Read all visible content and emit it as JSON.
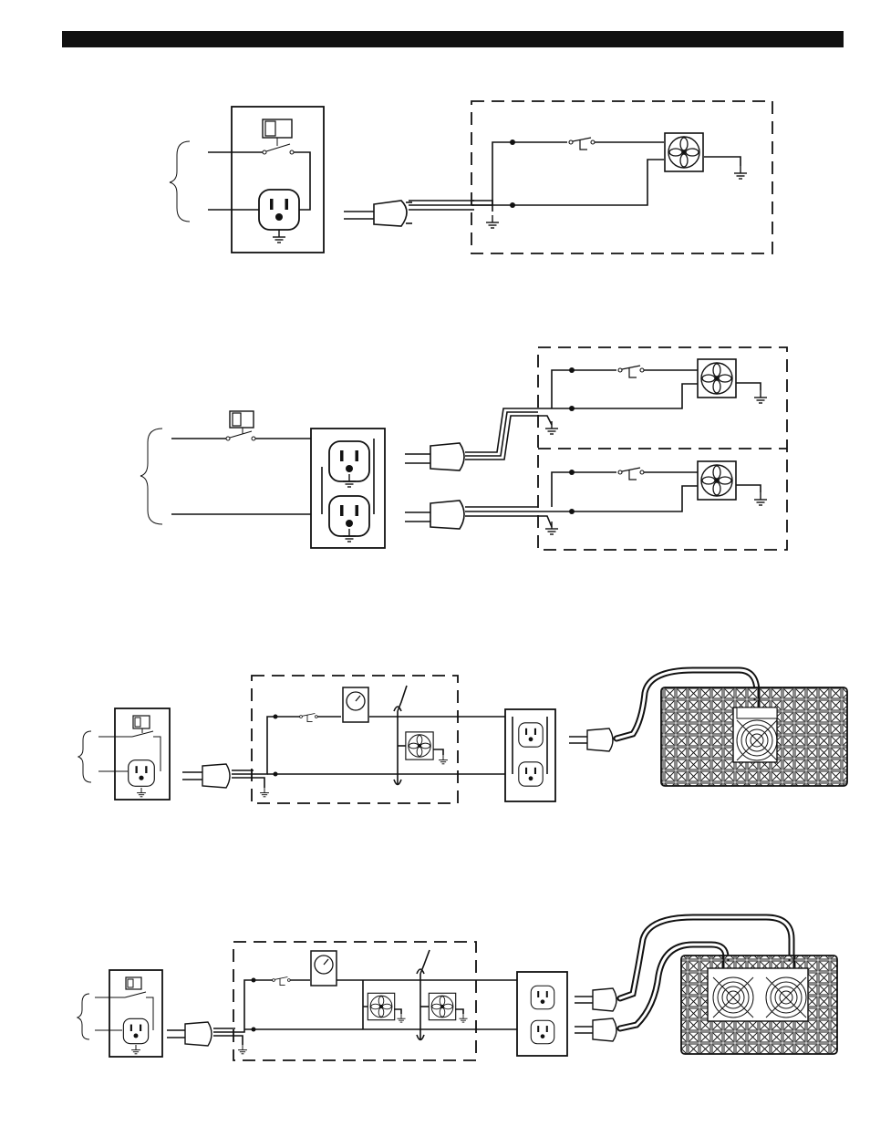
{
  "header": {
    "bar_color": "#111111"
  },
  "diagrams": [
    {
      "id": "fig1",
      "caption": "",
      "elements": [
        "wall-switch",
        "single-outlet",
        "plug",
        "thermostat-switch",
        "fan",
        "ground"
      ]
    },
    {
      "id": "fig2",
      "caption": "",
      "elements": [
        "wall-switch",
        "duplex-outlet",
        "two-plugs",
        "two-fans",
        "ground"
      ]
    },
    {
      "id": "fig3",
      "caption": "",
      "elements": [
        "wall-switch",
        "outlet",
        "plug",
        "gauge",
        "fan",
        "duplex-outlet",
        "vent-panel-one-fan"
      ]
    },
    {
      "id": "fig4",
      "caption": "",
      "elements": [
        "wall-switch",
        "outlet",
        "plug",
        "gauge",
        "two-fans",
        "duplex-outlet",
        "vent-panel-two-fans"
      ]
    }
  ],
  "icons": [
    "fan-icon",
    "outlet-icon",
    "plug-icon",
    "ground-icon",
    "switch-icon",
    "gauge-icon",
    "vent-grille-icon"
  ]
}
